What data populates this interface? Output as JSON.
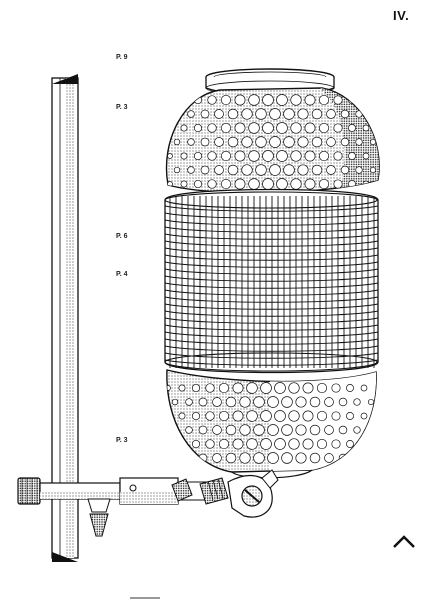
{
  "page": {
    "number": "IV."
  },
  "labels": [
    {
      "id": "p9-lid",
      "text": "P. 9"
    },
    {
      "id": "p3-upper",
      "text": "P. 3"
    },
    {
      "id": "p6-cage",
      "text": "P. 6"
    },
    {
      "id": "p4-inner",
      "text": "P. 4"
    },
    {
      "id": "p3-lower",
      "text": "P. 3"
    }
  ],
  "icons": {
    "corner_mark": "caret-up-icon"
  },
  "colors": {
    "ink": "#111111",
    "paper": "#ffffff",
    "shade": "#bbbbbb"
  }
}
